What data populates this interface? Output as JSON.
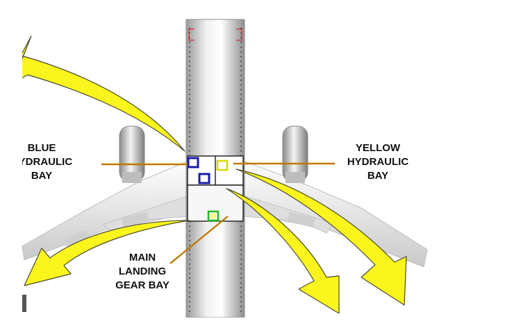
{
  "labels": {
    "blue_bay": [
      "BLUE",
      "HYDRAULIC",
      "BAY"
    ],
    "yellow_bay": [
      "YELLOW",
      "HYDRAULIC",
      "BAY"
    ],
    "main_gear_bay": [
      "MAIN",
      "LANDING",
      "GEAR BAY"
    ]
  },
  "colors": {
    "arrow_fill": "#fbf51e",
    "leader_line": "#c07800",
    "blue_marker": "#1a1aa8",
    "yellow_marker": "#d8d800",
    "green_marker": "#22bb22",
    "fuselage": "#d9d9d9",
    "door_outline": "#d23030"
  }
}
